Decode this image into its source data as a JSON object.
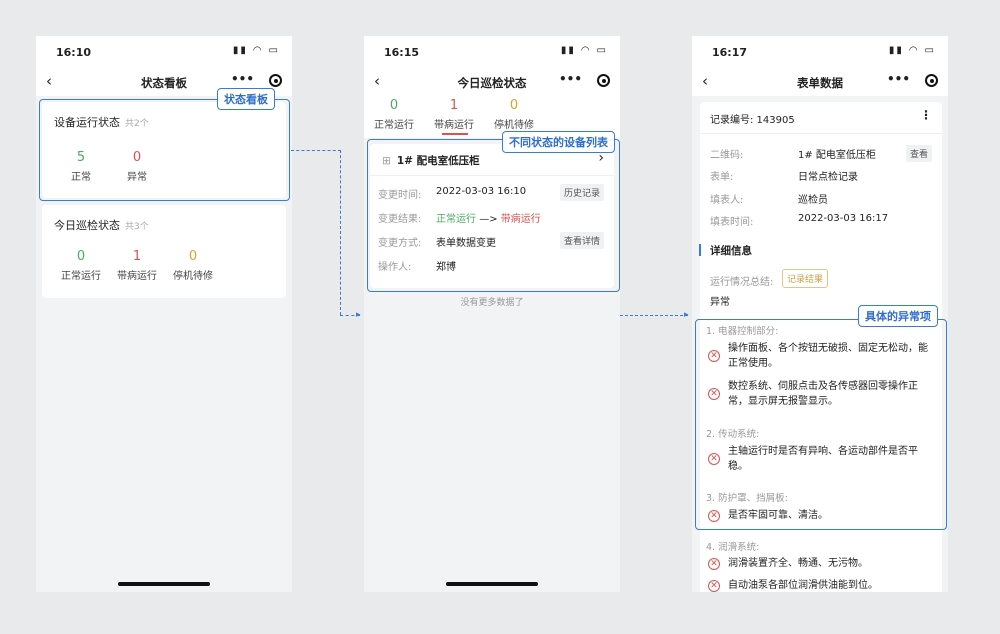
{
  "phone1": {
    "time": "16:10",
    "title": "状态看板",
    "callout": "状态看板",
    "card1": {
      "title": "设备运行状态",
      "count": "共2个",
      "stats": [
        {
          "value": "5",
          "label": "正常"
        },
        {
          "value": "0",
          "label": "异常"
        }
      ]
    },
    "card2": {
      "title": "今日巡检状态",
      "count": "共3个",
      "stats": [
        {
          "value": "0",
          "label": "正常运行"
        },
        {
          "value": "1",
          "label": "带病运行"
        },
        {
          "value": "0",
          "label": "停机待修"
        }
      ]
    }
  },
  "phone2": {
    "time": "16:15",
    "title": "今日巡检状态",
    "callout": "不同状态的设备列表",
    "tabs": [
      {
        "value": "0",
        "label": "正常运行"
      },
      {
        "value": "1",
        "label": "带病运行"
      },
      {
        "value": "0",
        "label": "停机待修"
      }
    ],
    "device": {
      "name": "1# 配电室低压柜",
      "time_label": "变更时间:",
      "time": "2022-03-03 16:10",
      "history": "历史记录",
      "result_label": "变更结果:",
      "from": "正常运行",
      "arrow": "—>",
      "to": "带病运行",
      "method_label": "变更方式:",
      "method": "表单数据变更",
      "detail": "查看详情",
      "operator_label": "操作人:",
      "operator": "郑博"
    },
    "no_more": "没有更多数据了"
  },
  "phone3": {
    "time": "16:17",
    "title": "表单数据",
    "callout": "具体的异常项",
    "record": "记录编号: 143905",
    "fields": [
      {
        "k": "二维码:",
        "v": "1# 配电室低压柜"
      },
      {
        "k": "表单:",
        "v": "日常点检记录"
      },
      {
        "k": "填表人:",
        "v": "巡检员"
      },
      {
        "k": "填表时间:",
        "v": "2022-03-03 16:17"
      }
    ],
    "view": "查看",
    "detail_title": "详细信息",
    "summary_label": "运行情况总结:",
    "summary_tag": "记录结果",
    "summary_value": "异常",
    "sections": [
      {
        "title": "1. 电器控制部分:",
        "items": [
          "操作面板、各个按钮无破损、固定无松动，能正常使用。",
          "数控系统、伺服点击及各传感器回零操作正常，显示屏无报警显示。"
        ]
      },
      {
        "title": "2. 传动系统:",
        "items": [
          "主轴运行时是否有异响、各运动部件是否平稳。"
        ]
      },
      {
        "title": "3. 防护罩、挡屑板:",
        "items": [
          "是否牢固可靠、清洁。"
        ]
      },
      {
        "title": "4. 润滑系统:",
        "items": [
          "润滑装置齐全、畅通、无污物。",
          "自动油泵各部位润滑供油能到位。"
        ]
      }
    ]
  }
}
